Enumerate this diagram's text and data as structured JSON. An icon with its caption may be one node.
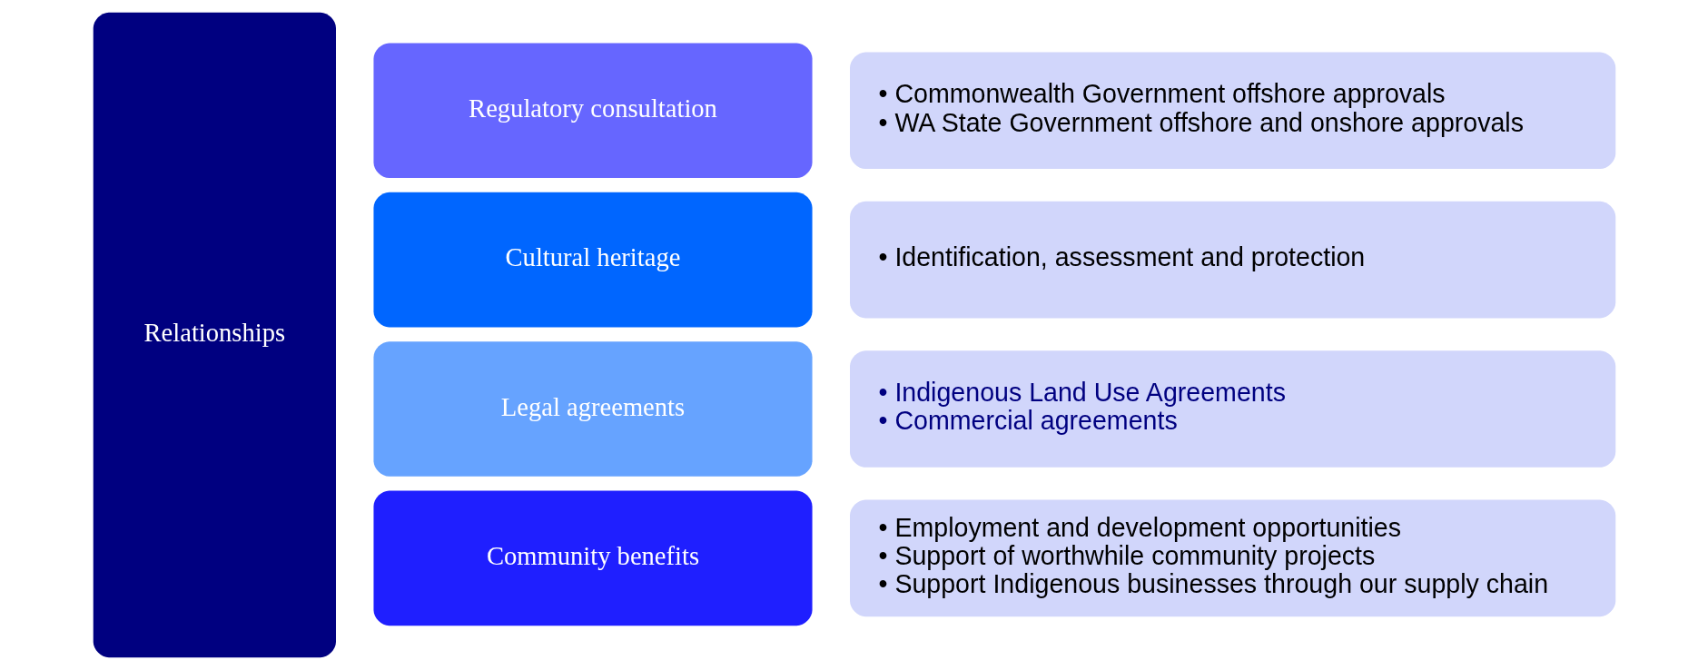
{
  "diagram": {
    "nodes": [
      {
        "text": [
          "Relationships"
        ]
      },
      {
        "text": [
          "Regulatory consultation"
        ]
      },
      {
        "text": [
          "• Commonwealth Government offshore approvals",
          "• WA State Government offshore and onshore approvals"
        ]
      },
      {
        "text": [
          "Cultural heritage"
        ]
      },
      {
        "text": [
          "• Identification, assessment and protection"
        ]
      },
      {
        "text": [
          "Legal agreements"
        ]
      },
      {
        "text": [
          "• Indigenous Land Use Agreements",
          "• Commercial agreements"
        ]
      },
      {
        "text": [
          "Community benefits"
        ]
      },
      {
        "text": [
          "• Employment and development opportunities",
          "• Support of worthwhile community projects",
          "• Support Indigenous businesses through our supply chain"
        ]
      }
    ],
    "edges": []
  }
}
